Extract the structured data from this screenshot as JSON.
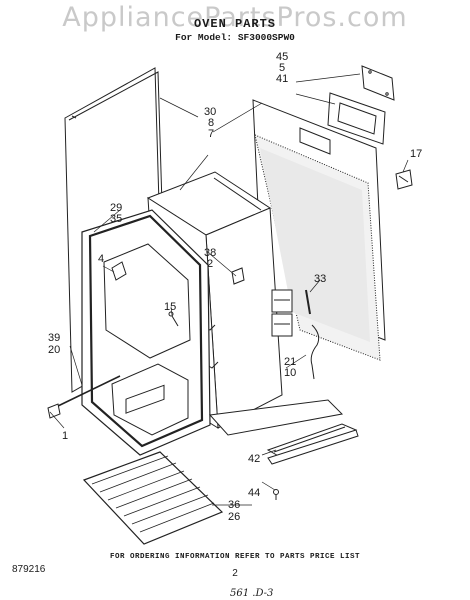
{
  "watermark": "AppliancePartsPros.com",
  "title": "OVEN PARTS",
  "model_line": "For Model: SF3000SPW0",
  "callouts": [
    "45",
    "5",
    "41",
    "30",
    "8",
    "7",
    "17",
    "29",
    "35",
    "38",
    "2",
    "4",
    "33",
    "15",
    "39",
    "20",
    "21",
    "10",
    "1",
    "42",
    "44",
    "36",
    "26"
  ],
  "footer": {
    "ordering": "FOR ORDERING INFORMATION REFER TO PARTS PRICE LIST",
    "page": "2",
    "doc_number": "879216",
    "handwritten": "561 .D-3"
  }
}
